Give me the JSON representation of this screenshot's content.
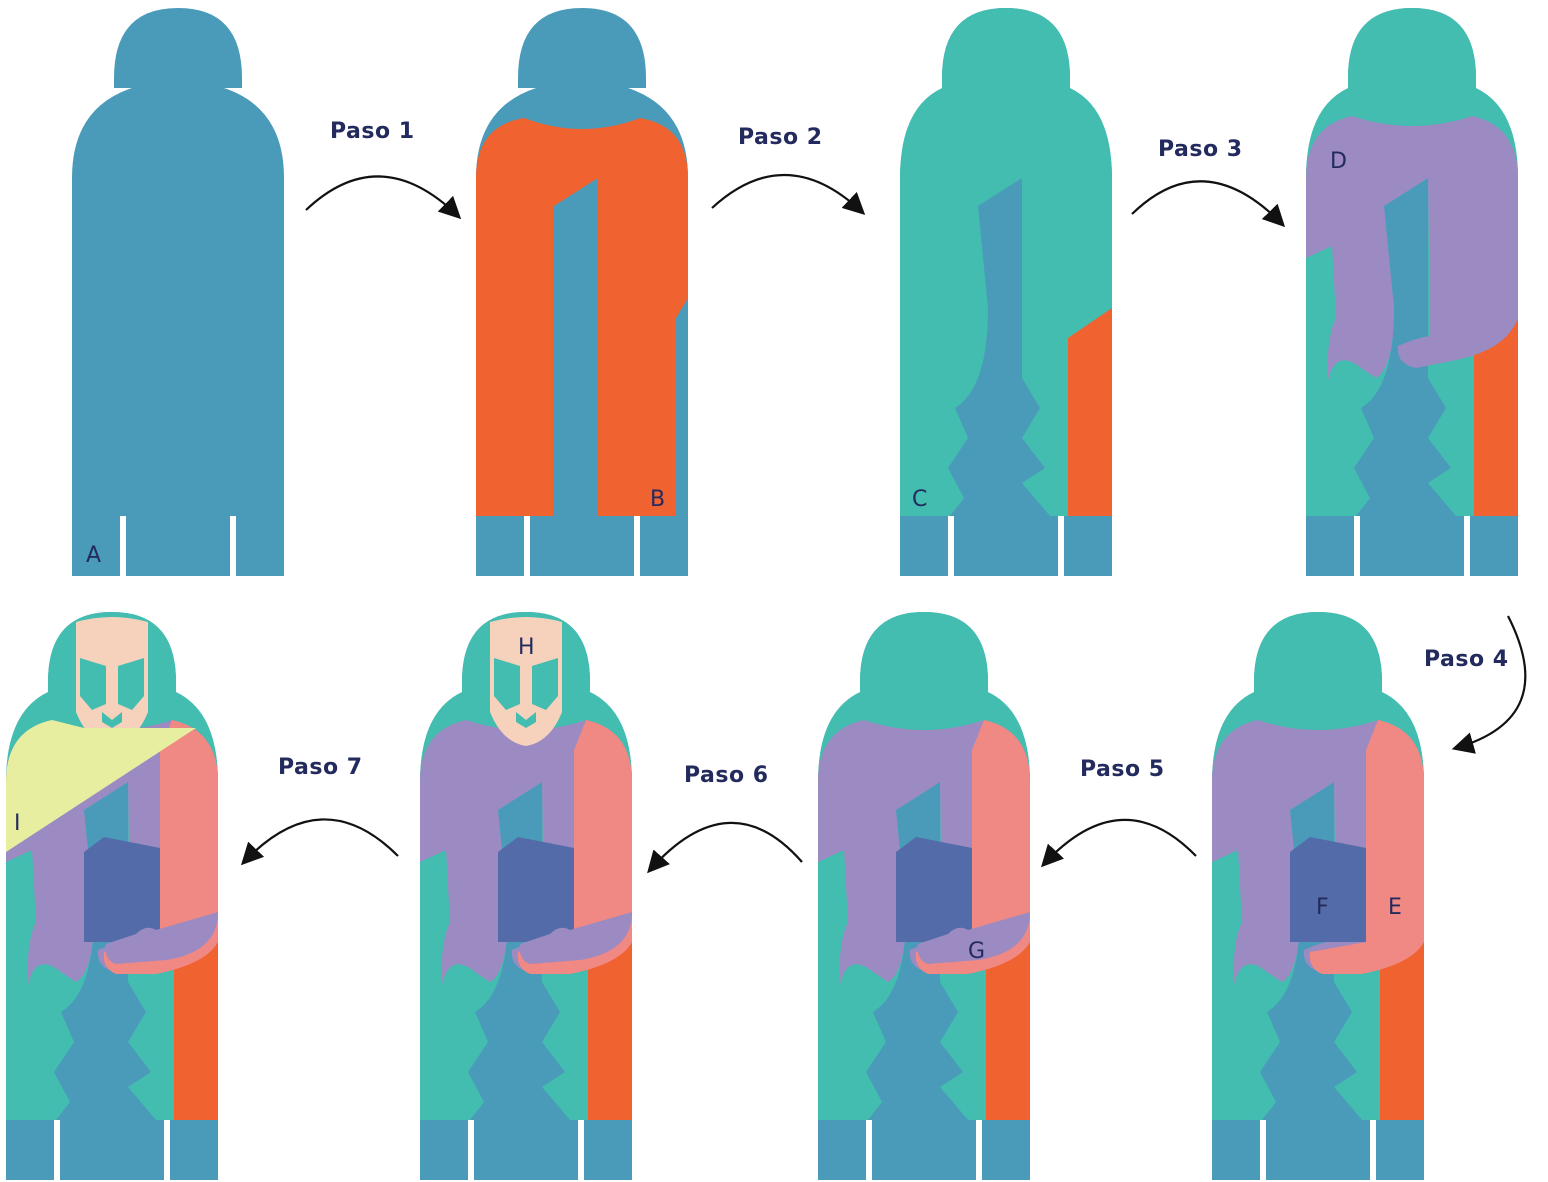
{
  "colors": {
    "base_blue": "#4a9bba",
    "orange": "#f06230",
    "teal": "#42bdb0",
    "purple": "#9b8bc2",
    "pink": "#f08884",
    "book_blue": "#536ba8",
    "skin": "#f6d2bc",
    "yellow": "#e8eea0",
    "label_text": "#232b5e",
    "arrow": "#111111"
  },
  "steps": [
    {
      "label": "Paso 1"
    },
    {
      "label": "Paso 2"
    },
    {
      "label": "Paso 3"
    },
    {
      "label": "Paso 4"
    },
    {
      "label": "Paso 5"
    },
    {
      "label": "Paso 6"
    },
    {
      "label": "Paso 7"
    }
  ],
  "pieces": [
    "A",
    "B",
    "C",
    "D",
    "E",
    "F",
    "G",
    "H",
    "I"
  ]
}
